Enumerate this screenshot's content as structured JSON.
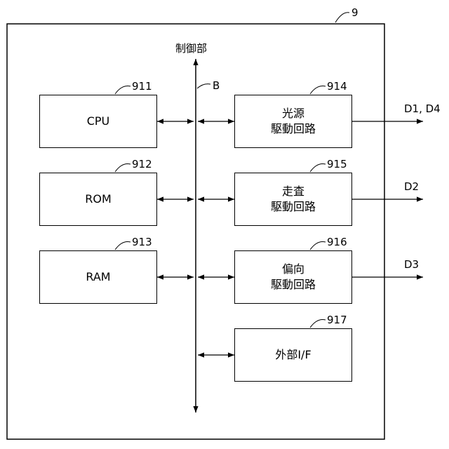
{
  "outer": {
    "ref": "9",
    "title": "制御部"
  },
  "bus": {
    "ref": "B"
  },
  "left_blocks": [
    {
      "ref": "911",
      "label": "CPU"
    },
    {
      "ref": "912",
      "label": "ROM"
    },
    {
      "ref": "913",
      "label": "RAM"
    }
  ],
  "right_blocks": [
    {
      "ref": "914",
      "line1": "光源",
      "line2": "駆動回路",
      "output": "D1, D4"
    },
    {
      "ref": "915",
      "line1": "走査",
      "line2": "駆動回路",
      "output": "D2"
    },
    {
      "ref": "916",
      "line1": "偏向",
      "line2": "駆動回路",
      "output": "D3"
    },
    {
      "ref": "917",
      "line1": "外部I/F",
      "line2": "",
      "output": ""
    }
  ]
}
